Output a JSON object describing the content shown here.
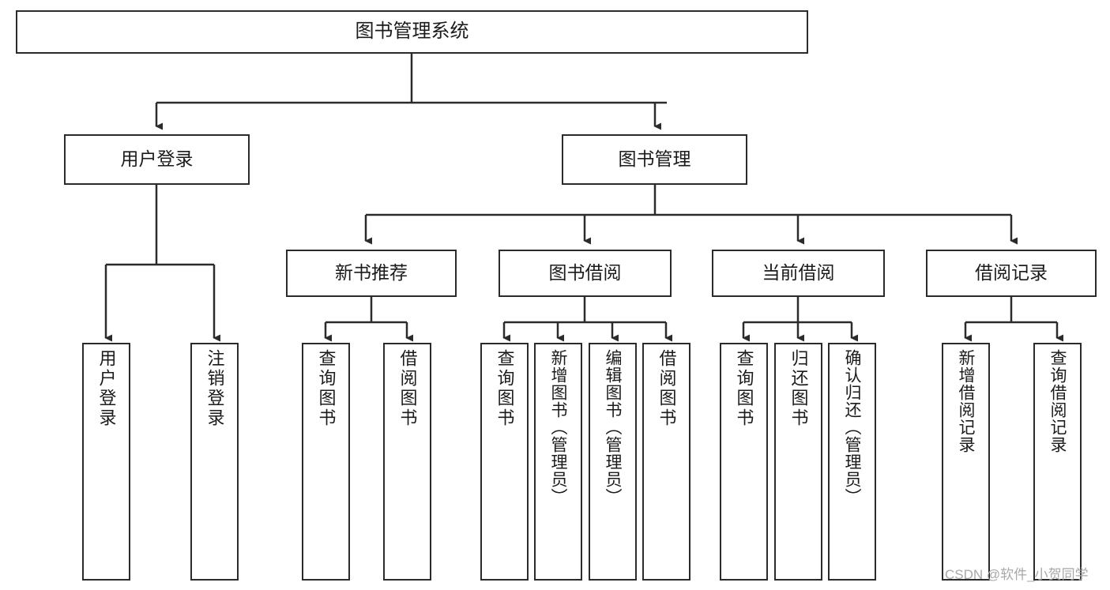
{
  "diagram": {
    "title": "图书管理系统",
    "type": "tree-hierarchy-diagram",
    "root": {
      "label": "图书管理系统"
    },
    "level2": [
      {
        "label": "用户登录"
      },
      {
        "label": "图书管理"
      }
    ],
    "level3": [
      {
        "label": "新书推荐"
      },
      {
        "label": "图书借阅"
      },
      {
        "label": "当前借阅"
      },
      {
        "label": "借阅记录"
      }
    ],
    "leaves": {
      "user_login": [
        {
          "label": "用户登录"
        },
        {
          "label": "注销登录"
        }
      ],
      "new_book_recommend": [
        {
          "label": "查询图书"
        },
        {
          "label": "借阅图书"
        }
      ],
      "book_borrow": [
        {
          "label": "查询图书"
        },
        {
          "label": "新增图书（管理员）"
        },
        {
          "label": "编辑图书（管理员）"
        },
        {
          "label": "借阅图书"
        }
      ],
      "current_borrow": [
        {
          "label": "查询图书"
        },
        {
          "label": "归还图书"
        },
        {
          "label": "确认归还（管理员）"
        }
      ],
      "borrow_record": [
        {
          "label": "新增借阅记录"
        },
        {
          "label": "查询借阅记录"
        }
      ]
    }
  },
  "watermark": {
    "text": "CSDN @软件_小贺同学"
  },
  "colors": {
    "stroke": "#2b2b2b",
    "fill": "#ffffff",
    "text": "#1b1b1b",
    "watermark": "#a8a8a8"
  }
}
